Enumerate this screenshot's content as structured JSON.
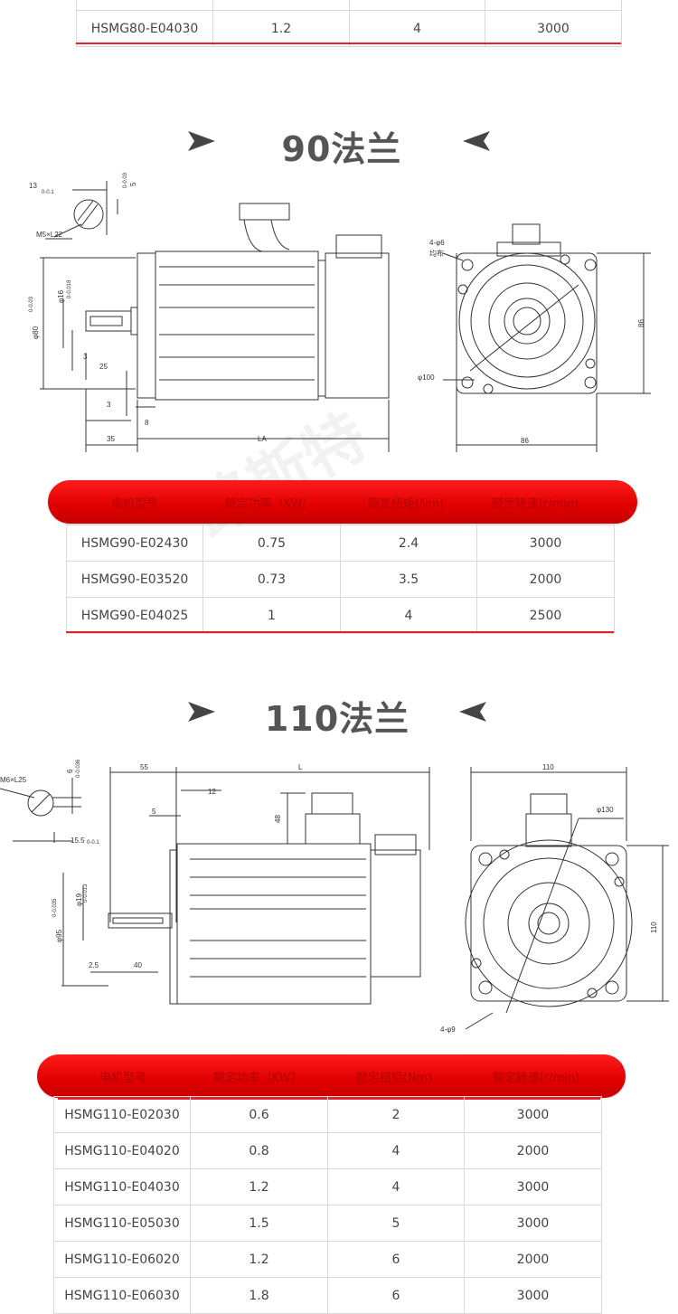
{
  "top_table": {
    "row": {
      "model": "HSMG80-E04030",
      "power": "1.2",
      "torque": "4",
      "speed": "3000"
    }
  },
  "section90": {
    "title": "90法兰",
    "drawing_labels": {
      "key_w": "13",
      "key_w_tol": "0-0.1",
      "key_h": "5",
      "key_h_tol": "0-0.03",
      "thread": "M5×L22",
      "flange_d": "φ80",
      "flange_tol": "0-0.03",
      "shaft_d": "φ16",
      "shaft_tol": "0-0.018",
      "dim_3a": "3",
      "dim_25": "25",
      "dim_3b": "3",
      "dim_8": "8",
      "dim_35": "35",
      "dim_LA": "LA",
      "holes": "4-φ6",
      "holes2": "均布",
      "pcd": "φ100",
      "side_86": "86",
      "bottom_86": "86"
    },
    "table": {
      "headers": [
        "电机型号",
        "额定功率（KW）",
        "额定扭矩(Nm)",
        "额定转速(r/min)"
      ],
      "rows": [
        {
          "model": "HSMG90-E02430",
          "power": "0.75",
          "torque": "2.4",
          "speed": "3000"
        },
        {
          "model": "HSMG90-E03520",
          "power": "0.73",
          "torque": "3.5",
          "speed": "2000"
        },
        {
          "model": "HSMG90-E04025",
          "power": "1",
          "torque": "4",
          "speed": "2500"
        }
      ]
    }
  },
  "watermark": "路斯特",
  "section110": {
    "title": "110法兰",
    "drawing_labels": {
      "thread": "M6×L25",
      "key_h_tol": "0-0.036",
      "key_h": "6",
      "key_w": "15.5",
      "key_w_tol": "0-0.1",
      "dim_55": "55",
      "dim_L": "L",
      "dim_12": "12",
      "dim_5": "5",
      "dim_48": "48",
      "shaft_d": "φ19",
      "shaft_tol": "0-0.013",
      "flange_d": "φ95",
      "flange_tol": "0-0.035",
      "dim_25": "2.5",
      "dim_40": "40",
      "top_110": "110",
      "pcd": "φ130",
      "side_110": "110",
      "holes": "4-φ9"
    },
    "table": {
      "headers": [
        "电机型号",
        "额定功率（KW）",
        "额定扭矩(Nm)",
        "额定转速(r/min)"
      ],
      "rows": [
        {
          "model": "HSMG110-E02030",
          "power": "0.6",
          "torque": "2",
          "speed": "3000"
        },
        {
          "model": "HSMG110-E04020",
          "power": "0.8",
          "torque": "4",
          "speed": "2000"
        },
        {
          "model": "HSMG110-E04030",
          "power": "1.2",
          "torque": "4",
          "speed": "3000"
        },
        {
          "model": "HSMG110-E05030",
          "power": "1.5",
          "torque": "5",
          "speed": "3000"
        },
        {
          "model": "HSMG110-E06020",
          "power": "1.2",
          "torque": "6",
          "speed": "2000"
        },
        {
          "model": "HSMG110-E06030",
          "power": "1.8",
          "torque": "6",
          "speed": "3000"
        }
      ]
    }
  },
  "colors": {
    "accent": "#e6212a",
    "pill": "#e00000",
    "title": "#555555"
  }
}
